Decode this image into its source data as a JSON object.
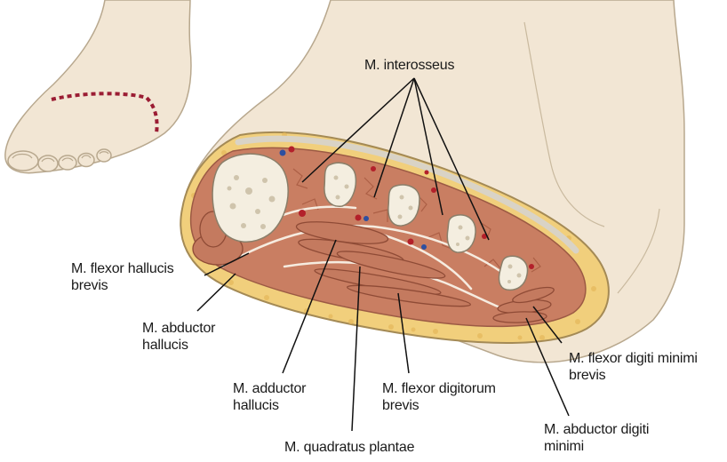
{
  "labels": {
    "interosseus": "M. interosseus",
    "flexor_hallucis_brevis": [
      "M. flexor hallucis",
      "brevis"
    ],
    "abductor_hallucis": [
      "M. abductor",
      "hallucis"
    ],
    "adductor_hallucis": [
      "M. adductor",
      "hallucis"
    ],
    "flexor_digitorum_brevis": [
      "M. flexor digitorum",
      "brevis"
    ],
    "quadratus_plantae": "M. quadratus plantae",
    "flexor_digiti_minimi_brevis": [
      "M. flexor digiti minimi",
      "brevis"
    ],
    "abductor_digiti_minimi": [
      "M. abductor digiti",
      "minimi"
    ]
  },
  "colors": {
    "skin": "#f2e6d4",
    "skin_outline": "#b8a88e",
    "fat": "#f3d98a",
    "muscle": "#c97e62",
    "muscle_dark": "#a5583f",
    "fascia": "#f6ece0",
    "bone": "#f4eee0",
    "artery": "#b3202a",
    "vein": "#2d4fa0",
    "cut_line": "#9b1c33",
    "leader": "#111111"
  }
}
